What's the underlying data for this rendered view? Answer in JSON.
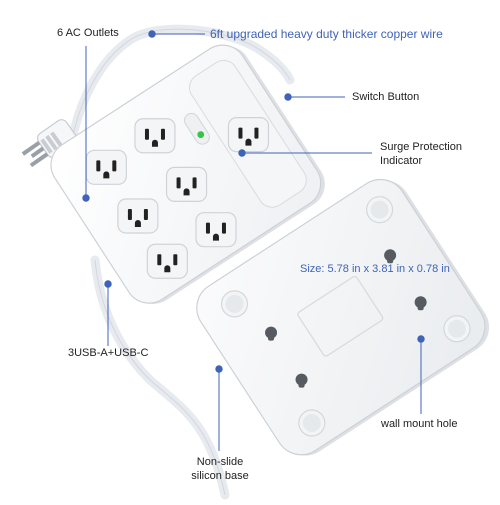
{
  "callouts": {
    "outlets": "6 AC Outlets",
    "wire": "6ft upgraded heavy duty thicker copper wire",
    "switch": "Switch Button",
    "surge_line1": "Surge Protection",
    "surge_line2": "Indicator",
    "size": "Size: 5.78 in x 3.81 in x 0.78 in",
    "usb": "3USB-A+USB-C",
    "wall_mount": "wall mount hole",
    "base_line1": "Non-slide",
    "base_line2": "silicon base"
  },
  "colors": {
    "callout_line": "#3f63b8",
    "callout_dot": "#3f63b8",
    "product_body": "#ffffff",
    "product_shadow": "#d9dde2",
    "indicator": "#37c24a"
  }
}
